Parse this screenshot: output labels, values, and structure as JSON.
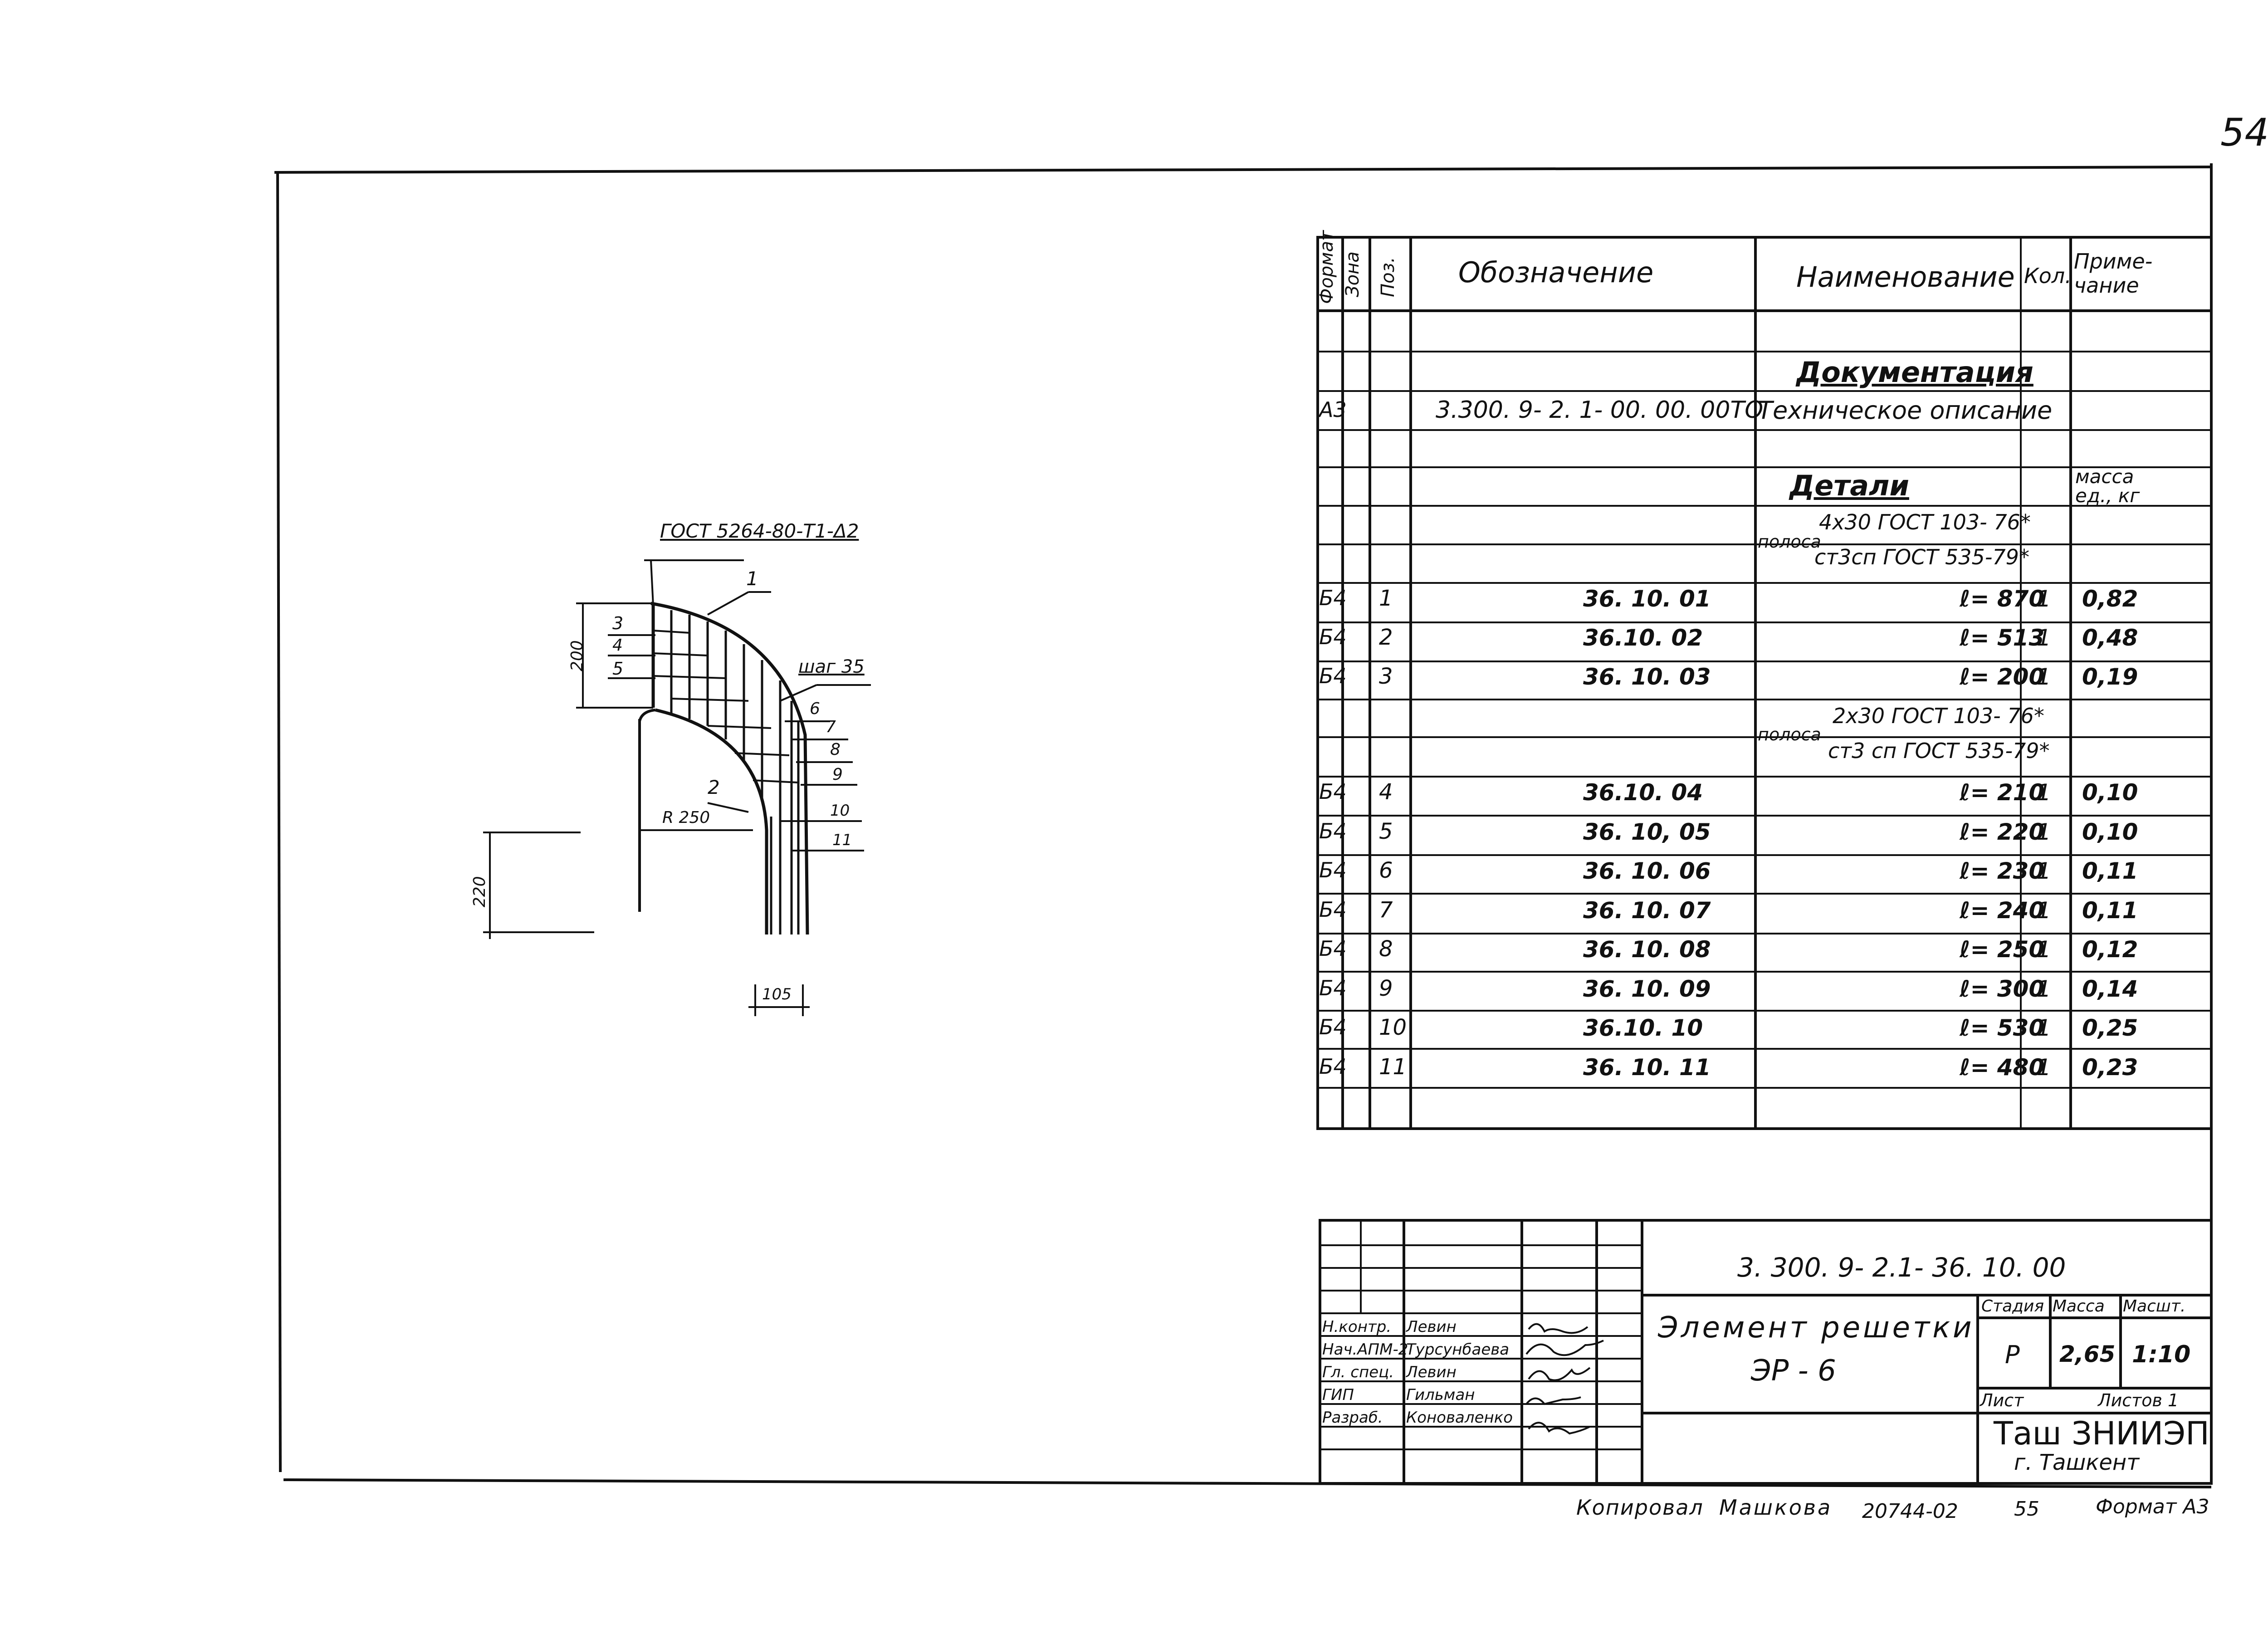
{
  "sheet_number": "54",
  "spec_table": {
    "headers": {
      "format": "Формат",
      "zone": "Зона",
      "pos": "Поз.",
      "designation": "Обозначение",
      "name": "Наименование",
      "qty": "Кол.",
      "note": "Приме-\nчание"
    },
    "section_documentation": "Документация",
    "doc_row": {
      "format": "А3",
      "designation": "3.300. 9- 2. 1- 00. 00. 00ТО",
      "name": "Техническое описание"
    },
    "section_details": "Детали",
    "mass_note": "масса\nед., кг",
    "material_1": {
      "label": "полоса",
      "line1": "4х30 ГОСТ 103- 76*",
      "line2": "ст3сп ГОСТ 535-79*"
    },
    "material_2": {
      "label": "полоса",
      "line1": "2х30 ГОСТ 103- 76*",
      "line2": "ст3 сп ГОСТ 535-79*"
    },
    "rows_group_1": [
      {
        "format": "Б4",
        "pos": "1",
        "designation": "36. 10. 01",
        "name": "ℓ= 870",
        "qty": "1",
        "note": "0,82"
      },
      {
        "format": "Б4",
        "pos": "2",
        "designation": "36.10. 02",
        "name": "ℓ= 513",
        "qty": "1",
        "note": "0,48"
      },
      {
        "format": "Б4",
        "pos": "3",
        "designation": "36. 10. 03",
        "name": "ℓ= 200",
        "qty": "1",
        "note": "0,19"
      }
    ],
    "rows_group_2": [
      {
        "format": "Б4",
        "pos": "4",
        "designation": "36.10. 04",
        "name": "ℓ= 210",
        "qty": "1",
        "note": "0,10"
      },
      {
        "format": "Б4",
        "pos": "5",
        "designation": "36. 10, 05",
        "name": "ℓ= 220",
        "qty": "1",
        "note": "0,10"
      },
      {
        "format": "Б4",
        "pos": "6",
        "designation": "36. 10. 06",
        "name": "ℓ= 230",
        "qty": "1",
        "note": "0,11"
      },
      {
        "format": "Б4",
        "pos": "7",
        "designation": "36. 10. 07",
        "name": "ℓ= 240",
        "qty": "1",
        "note": "0,11"
      },
      {
        "format": "Б4",
        "pos": "8",
        "designation": "36. 10. 08",
        "name": "ℓ= 250",
        "qty": "1",
        "note": "0,12"
      },
      {
        "format": "Б4",
        "pos": "9",
        "designation": "36. 10. 09",
        "name": "ℓ= 300",
        "qty": "1",
        "note": "0,14"
      },
      {
        "format": "Б4",
        "pos": "10",
        "designation": "36.10. 10",
        "name": "ℓ= 530",
        "qty": "1",
        "note": "0,25"
      },
      {
        "format": "Б4",
        "pos": "11",
        "designation": "36. 10. 11",
        "name": "ℓ= 480",
        "qty": "1",
        "note": "0,23"
      }
    ]
  },
  "drawing": {
    "weld_note": "ГОСТ 5264-80-Т1-Δ2",
    "step_note": "шаг 35",
    "radius": "R 250",
    "dim_200": "200",
    "dim_220": "220",
    "dim_105": "105",
    "callouts": [
      "1",
      "2",
      "3",
      "4",
      "5",
      "6",
      "7",
      "8",
      "9",
      "10",
      "11"
    ]
  },
  "title_block": {
    "code": "3. 300. 9- 2.1- 36. 10. 00",
    "title_line1": "Элемент решетки",
    "title_line2": "ЭР - 6",
    "stage_header": "Стадия",
    "mass_header": "Масса",
    "scale_header": "Масшт.",
    "stage": "Р",
    "mass": "2,65",
    "scale": "1:10",
    "sheet_label": "Лист",
    "sheets_label": "Листов 1",
    "org_line1": "Таш ЗНИИЭП",
    "org_line2": "г. Ташкент",
    "roles": [
      {
        "role": "Н.контр.",
        "name": "Левин"
      },
      {
        "role": "Нач.АПМ-2",
        "name": "Турсунбаева"
      },
      {
        "role": "Гл. спец.",
        "name": "Левин"
      },
      {
        "role": "ГИП",
        "name": "Гильман"
      },
      {
        "role": "Разраб.",
        "name": "Коноваленко"
      }
    ]
  },
  "footer": {
    "copied": "Копировал",
    "copier": "Машкова",
    "order": "20744-02",
    "page": "55",
    "format": "Формат А3"
  }
}
